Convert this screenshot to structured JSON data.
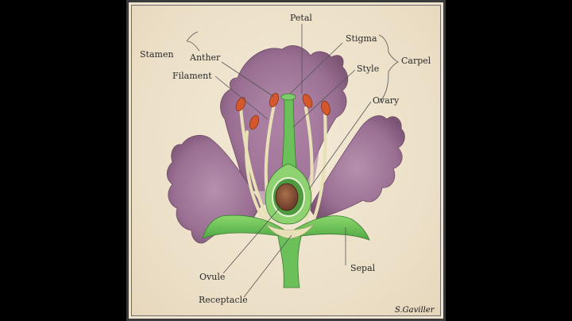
{
  "diagram": {
    "labels": {
      "petal": "Petal",
      "stigma": "Stigma",
      "stamen": "Stamen",
      "anther": "Anther",
      "filament": "Filament",
      "style": "Style",
      "carpel": "Carpel",
      "ovary": "Ovary",
      "ovule": "Ovule",
      "receptacle": "Receptacle",
      "sepal": "Sepal"
    },
    "signature": "S.Gaviller",
    "colors": {
      "background": "#efe4cf",
      "petal": "#9a6f93",
      "sepal": "#6fc45a",
      "anther": "#d5582c",
      "filament": "#e6dfb4",
      "pistil": "#6cc05a"
    }
  }
}
